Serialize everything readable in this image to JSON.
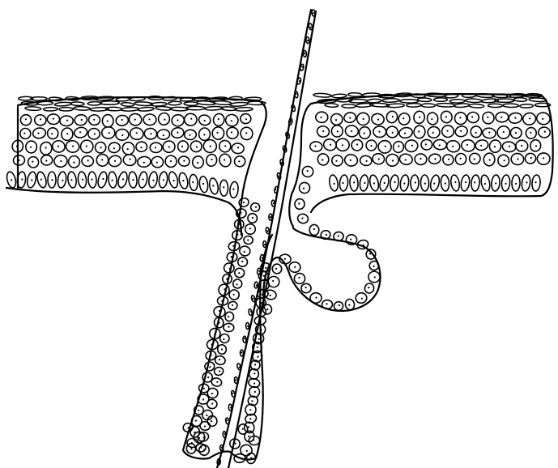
{
  "diagram": {
    "subject": "",
    "ink_color": "#000000",
    "paper_color": "#ffffff",
    "parts": [
      "epidermis-left",
      "epidermis-right",
      "hair-shaft",
      "hair-follicle",
      "gland"
    ]
  }
}
